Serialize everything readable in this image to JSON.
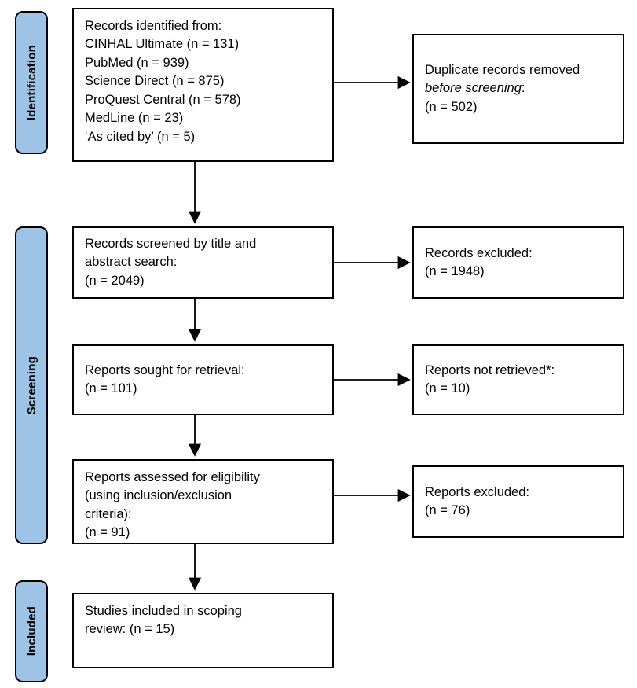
{
  "diagram": {
    "type": "prisma-flow-diagram",
    "background_color": "#ffffff",
    "line_color": "#000000",
    "phase_bar_color": "#9DC3E6"
  },
  "phases": [
    {
      "label": "Identification"
    },
    {
      "label": "Screening"
    },
    {
      "label": "Included"
    }
  ],
  "boxes": {
    "records_identified": "Records identified from:\nCINHAL Ultimate (n = 131)\nPubMed (n = 939)\nScience Direct (n = 875)\nProQuest Central (n = 578)\nMedLine (n = 23)\n‘As cited by’ (n = 5)",
    "duplicates_removed_line1": "Duplicate records removed ",
    "duplicates_removed_italic": "before screening",
    "duplicates_removed_line2": ":\n(n = 502)",
    "records_screened": "Records screened by title and\nabstract search:\n(n = 2049)",
    "records_excluded": "Records excluded:\n(n = 1948)",
    "reports_sought": "Reports sought for retrieval:\n(n = 101)",
    "reports_not_retrieved": "Reports not retrieved*:\n(n = 10)",
    "reports_assessed": "Reports assessed for eligibility\n(using inclusion/exclusion\ncriteria):\n(n = 91)",
    "reports_excluded": "Reports excluded:\n(n = 76)",
    "studies_included": "Studies included in scoping\nreview: (n = 15)"
  },
  "chart_data": {
    "type": "table",
    "title": "PRISMA 2020 flow diagram for a scoping review",
    "stages": [
      {
        "phase": "Identification",
        "included": [
          {
            "label": "Records identified from: CINHAL Ultimate",
            "n": 131
          },
          {
            "label": "Records identified from: PubMed",
            "n": 939
          },
          {
            "label": "Records identified from: Science Direct",
            "n": 875
          },
          {
            "label": "Records identified from: ProQuest Central",
            "n": 578
          },
          {
            "label": "Records identified from: MedLine",
            "n": 23
          },
          {
            "label": "Records identified from: ‘As cited by’",
            "n": 5
          }
        ],
        "excluded": [
          {
            "label": "Duplicate records removed before screening",
            "n": 502
          }
        ]
      },
      {
        "phase": "Screening",
        "included": [
          {
            "label": "Records screened by title and abstract search",
            "n": 2049
          },
          {
            "label": "Reports sought for retrieval",
            "n": 101
          },
          {
            "label": "Reports assessed for eligibility (using inclusion/exclusion criteria)",
            "n": 91
          }
        ],
        "excluded": [
          {
            "label": "Records excluded",
            "n": 1948
          },
          {
            "label": "Reports not retrieved*",
            "n": 10
          },
          {
            "label": "Reports excluded",
            "n": 76
          }
        ]
      },
      {
        "phase": "Included",
        "included": [
          {
            "label": "Studies included in scoping review",
            "n": 15
          }
        ],
        "excluded": []
      }
    ]
  }
}
